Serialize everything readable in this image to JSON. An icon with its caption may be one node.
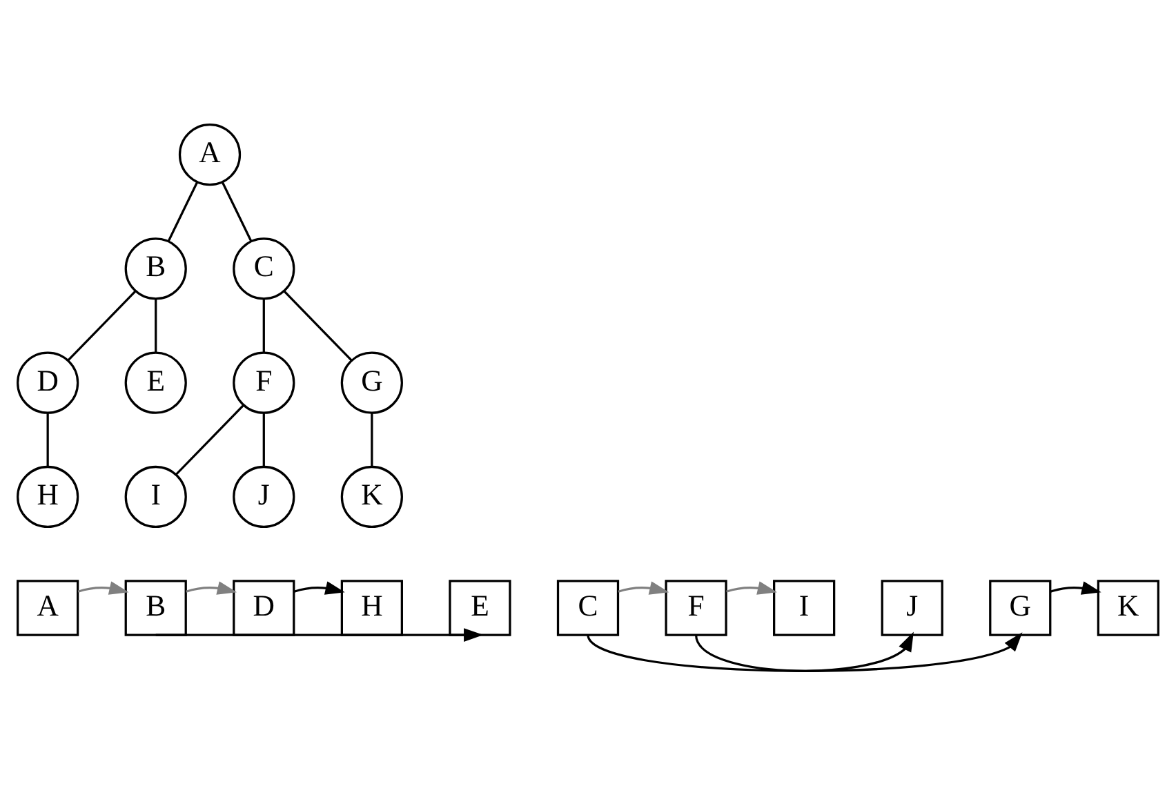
{
  "diagram": {
    "nodes": [
      {
        "text": [
          "A"
        ]
      },
      {
        "text": [
          "B"
        ]
      },
      {
        "text": [
          "C"
        ]
      },
      {
        "text": [
          "D"
        ]
      },
      {
        "text": [
          "E"
        ]
      },
      {
        "text": [
          "F"
        ]
      },
      {
        "text": [
          "G"
        ]
      },
      {
        "text": [
          "H"
        ]
      },
      {
        "text": [
          "I"
        ]
      },
      {
        "text": [
          "J"
        ]
      },
      {
        "text": [
          "K"
        ]
      },
      {
        "text": [
          "A"
        ]
      },
      {
        "text": [
          "B"
        ]
      },
      {
        "text": [
          "D"
        ]
      },
      {
        "text": [
          "H"
        ]
      },
      {
        "text": [
          "E"
        ]
      },
      {
        "text": [
          "C"
        ]
      },
      {
        "text": [
          "F"
        ]
      },
      {
        "text": [
          "I"
        ]
      },
      {
        "text": [
          "J"
        ]
      },
      {
        "text": [
          "G"
        ]
      },
      {
        "text": [
          "K"
        ]
      }
    ],
    "edges": [
      {
        "from": 0,
        "to": 1,
        "arrow": "none"
      },
      {
        "from": 0,
        "to": 2,
        "arrow": "none"
      },
      {
        "from": 1,
        "to": 3,
        "arrow": "none"
      },
      {
        "from": 1,
        "to": 4,
        "arrow": "none"
      },
      {
        "from": 2,
        "to": 5,
        "arrow": "none"
      },
      {
        "from": 2,
        "to": 6,
        "arrow": "none"
      },
      {
        "from": 3,
        "to": 7,
        "arrow": "none"
      },
      {
        "from": 5,
        "to": 8,
        "arrow": "none"
      },
      {
        "from": 5,
        "to": 9,
        "arrow": "none"
      },
      {
        "from": 6,
        "to": 10,
        "arrow": "none"
      },
      {
        "from": 11,
        "to": 12,
        "arrow": "to",
        "color": "#808080"
      },
      {
        "from": 12,
        "to": 13,
        "arrow": "to",
        "color": "#808080"
      },
      {
        "from": 16,
        "to": 17,
        "arrow": "to",
        "color": "#808080"
      },
      {
        "from": 17,
        "to": 18,
        "arrow": "to",
        "color": "#808080"
      },
      {
        "from": 12,
        "to": 15,
        "arrow": "to"
      },
      {
        "from": 13,
        "to": 14,
        "arrow": "to"
      },
      {
        "from": 16,
        "to": 20,
        "arrow": "to"
      },
      {
        "from": 17,
        "to": 19,
        "arrow": "to"
      },
      {
        "from": 20,
        "to": 21,
        "arrow": "to"
      }
    ]
  }
}
